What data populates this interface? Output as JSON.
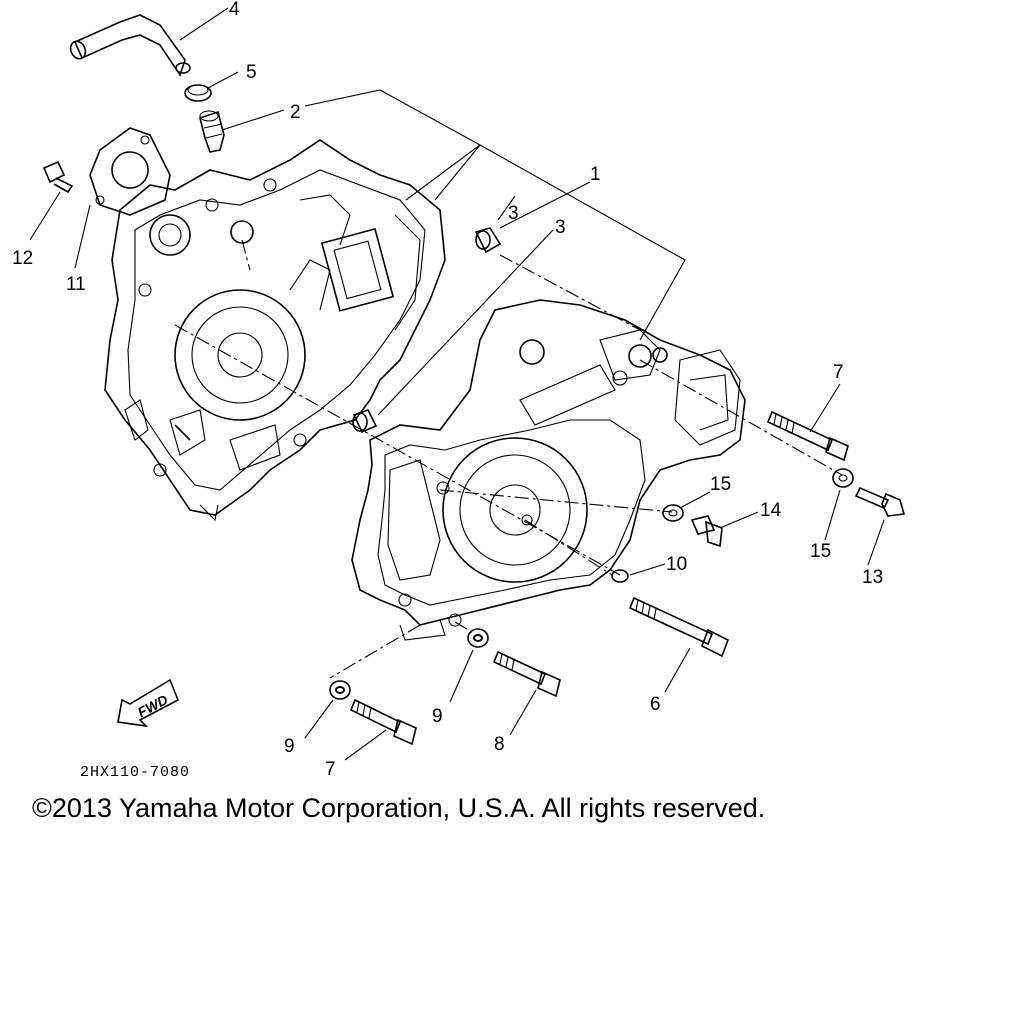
{
  "diagram": {
    "callouts": [
      {
        "id": "c4",
        "text": "4"
      },
      {
        "id": "c5",
        "text": "5"
      },
      {
        "id": "c2",
        "text": "2"
      },
      {
        "id": "c1",
        "text": "1"
      },
      {
        "id": "c3a",
        "text": "3"
      },
      {
        "id": "c3b",
        "text": "3"
      },
      {
        "id": "c12",
        "text": "12"
      },
      {
        "id": "c11",
        "text": "11"
      },
      {
        "id": "c7a",
        "text": "7"
      },
      {
        "id": "c15a",
        "text": "15"
      },
      {
        "id": "c14",
        "text": "14"
      },
      {
        "id": "c15b",
        "text": "15"
      },
      {
        "id": "c13",
        "text": "13"
      },
      {
        "id": "c10",
        "text": "10"
      },
      {
        "id": "c6",
        "text": "6"
      },
      {
        "id": "c9a",
        "text": "9"
      },
      {
        "id": "c9b",
        "text": "9"
      },
      {
        "id": "c8",
        "text": "8"
      },
      {
        "id": "c7b",
        "text": "7"
      }
    ],
    "fwd_label": "FWD",
    "drawing_code": "2HX110-7080"
  },
  "copyright": "©2013 Yamaha Motor Corporation, U.S.A. All rights reserved."
}
